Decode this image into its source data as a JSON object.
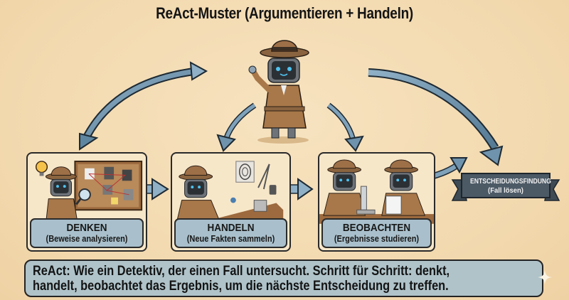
{
  "title": "ReAct-Muster (Argumentieren + Handeln)",
  "steps": [
    {
      "label": "DENKEN",
      "sublabel": "(Beweise analysieren)",
      "illustration": "robot-detective-with-magnifier-and-evidence-board"
    },
    {
      "label": "HANDELN",
      "sublabel": "(Neue Fakten sammeln)",
      "illustration": "robot-detective-collecting-fingerprint-evidence"
    },
    {
      "label": "BEOBACHTEN",
      "sublabel": "(Ergebnisse studieren)",
      "illustration": "two-robot-detectives-with-microscope-and-clipboard"
    }
  ],
  "decision": {
    "label": "ENTSCHEIDUNGSFINDUNG",
    "sublabel": "(Fall lösen)"
  },
  "central_figure": "robot-detective-in-trench-coat",
  "footer": {
    "line1": "ReAct: Wie ein Detektiv, der einen Fall untersucht. Schritt für Schritt: denkt,",
    "line2": "handelt, beobachtet das Ergebnis, um die nächste Entscheidung zu treffen."
  },
  "colors": {
    "background": "#f2d8ad",
    "arrow": "#6f93ad",
    "caption": "#a9c0cc",
    "banner": "#4c5a66",
    "coat": "#a8784a"
  }
}
